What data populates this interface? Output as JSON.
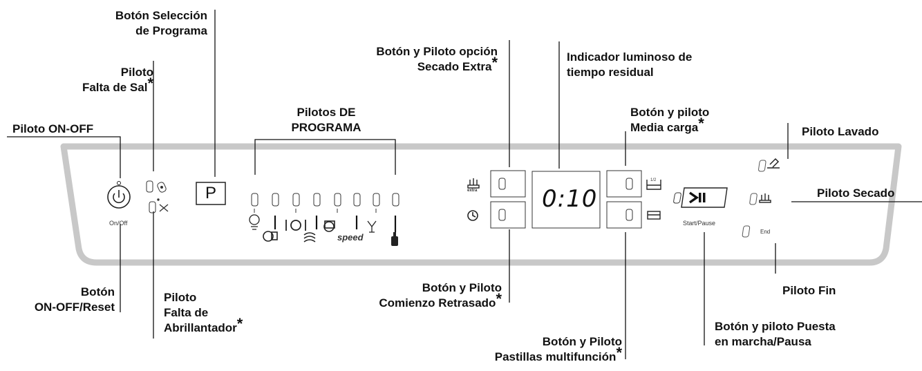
{
  "labels": {
    "program_select": [
      "Botón Selección",
      "de Programa"
    ],
    "salt": [
      "Piloto",
      "Falta de Sal"
    ],
    "on_off_pilot": [
      "Piloto ON-OFF"
    ],
    "program_pilots": [
      "Pilotos DE",
      "PROGRAMA"
    ],
    "extra_dry": [
      "Botón y Piloto opción",
      "Secado Extra"
    ],
    "residual_time": [
      "Indicador luminoso de",
      "tiempo residual"
    ],
    "half_load": [
      "Botón y piloto",
      "Media carga"
    ],
    "wash_pilot": [
      "Piloto Lavado"
    ],
    "dry_pilot": [
      "Piloto Secado"
    ],
    "on_off_reset": [
      "Botón",
      "ON-OFF/Reset"
    ],
    "rinse_aid": [
      "Piloto",
      "Falta de",
      "Abrillantador"
    ],
    "delay_start": [
      "Botón y Piloto",
      "Comienzo Retrasado"
    ],
    "multi_tablets": [
      "Botón y Piloto",
      "Pastillas multifunción"
    ],
    "start_pause": [
      "Botón y piloto Puesta",
      "en marcha/Pausa"
    ],
    "end_pilot": [
      "Piloto Fin"
    ]
  },
  "star": "*",
  "panel": {
    "on_off_caption": "On/Off",
    "program_button": "P",
    "display_value": "0:10",
    "start_pause_caption": "Start/Pause",
    "end_caption": "End",
    "half_load_icon_text": "1/2",
    "extra_icon_text": "extra",
    "speed_icon_text": "speed"
  },
  "icons": {
    "power": "power-icon",
    "salt": "salt-icon",
    "rinse": "rinse-aid-icon",
    "eco": "eco-icon",
    "pots": "pots-icon",
    "dishes": "dishes-icon",
    "rapid": "rapid-icon",
    "intensive": "intensive-icon",
    "speed": "speed-icon",
    "glass": "glass-icon",
    "soak": "soak-icon",
    "extra_dry": "extra-dry-icon",
    "delay": "clock-icon",
    "half_load": "half-load-icon",
    "tablet": "tablet-icon",
    "play_pause": "play-pause-icon",
    "wash": "wash-icon",
    "dry": "dry-icon"
  }
}
